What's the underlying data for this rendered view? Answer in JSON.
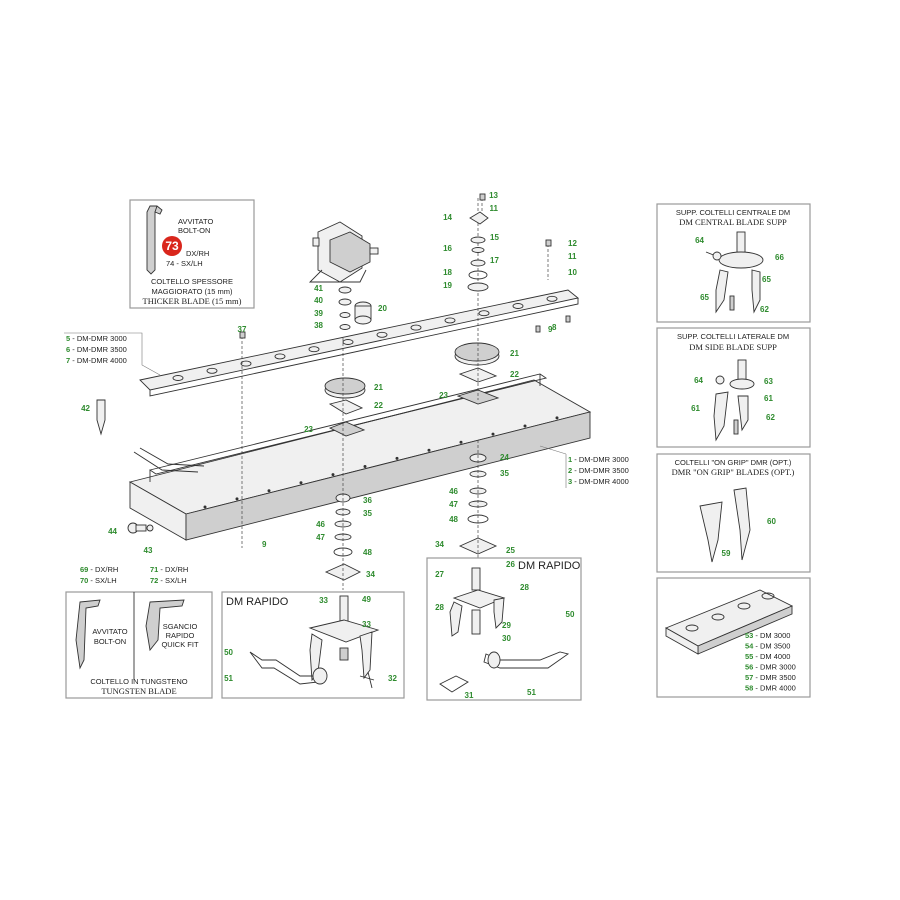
{
  "highlight": {
    "number": "73",
    "color": "#d9261c"
  },
  "callout_color": "#2e8b2e",
  "thicker_blade": {
    "bolt_on": [
      "AVVITATO",
      "BOLT-ON"
    ],
    "sides": [
      {
        "num": "73",
        "text": "DX/RH"
      },
      {
        "num": "74",
        "text": "SX/LH"
      }
    ],
    "caption_it": [
      "COLTELLO SPESSORE",
      "MAGGIORATO (15 mm)"
    ],
    "caption_en": "THICKER BLADE (15 mm)"
  },
  "cover_models": [
    {
      "num": "5",
      "text": "DM-DMR 3000"
    },
    {
      "num": "6",
      "text": "DM-DMR 3500"
    },
    {
      "num": "7",
      "text": "DM-DMR 4000"
    }
  ],
  "frame_models": [
    {
      "num": "1",
      "text": "DM-DMR 3000"
    },
    {
      "num": "2",
      "text": "DM-DMR 3500"
    },
    {
      "num": "3",
      "text": "DM-DMR 4000"
    }
  ],
  "central_supp": {
    "title_it": "SUPP. COLTELLI CENTRALE DM",
    "title_en": "DM CENTRAL BLADE SUPP"
  },
  "side_supp": {
    "title_it": "SUPP. COLTELLI LATERALE DM",
    "title_en": "DM SIDE BLADE SUPP"
  },
  "on_grip": {
    "title_it": "COLTELLI \"ON GRIP\" DMR (OPT.)",
    "title_en": "DMR \"ON GRIP\" BLADES (OPT.)"
  },
  "frame_variants": [
    {
      "num": "53",
      "text": "DM 3000"
    },
    {
      "num": "54",
      "text": "DM 3500"
    },
    {
      "num": "55",
      "text": "DM 4000"
    },
    {
      "num": "56",
      "text": "DMR 3000"
    },
    {
      "num": "57",
      "text": "DMR 3500"
    },
    {
      "num": "58",
      "text": "DMR 4000"
    }
  ],
  "tungsten": {
    "left_sides": [
      {
        "num": "69",
        "text": "DX/RH"
      },
      {
        "num": "70",
        "text": "SX/LH"
      }
    ],
    "right_sides": [
      {
        "num": "71",
        "text": "DX/RH"
      },
      {
        "num": "72",
        "text": "SX/LH"
      }
    ],
    "bolt_on": [
      "AVVITATO",
      "BOLT-ON"
    ],
    "quick_fit": [
      "SGANCIO",
      "RAPIDO",
      "QUICK FIT"
    ],
    "caption_it": "COLTELLO IN TUNGSTENO",
    "caption_en": "TUNGSTEN BLADE"
  },
  "dm_rapido": "DM RAPIDO",
  "dm_rapido_right": "DM RAPIDO",
  "callouts": {
    "c13": "13",
    "c11a": "11",
    "c14": "14",
    "c15": "15",
    "c16": "16",
    "c17": "17",
    "c18": "18",
    "c19": "19",
    "c12": "12",
    "c11b": "11",
    "c10": "10",
    "c8": "8",
    "c9a": "9",
    "c20": "20",
    "c41": "41",
    "c40": "40",
    "c39": "39",
    "c38": "38",
    "c37": "37",
    "c21a": "21",
    "c22a": "22",
    "c23a": "23",
    "c21b": "21",
    "c22b": "22",
    "c23b": "23",
    "c24": "24",
    "c35a": "35",
    "c46a": "46",
    "c47a": "47",
    "c48a": "48",
    "c36": "36",
    "c35b": "35",
    "c46b": "46",
    "c47b": "47",
    "c48b": "48",
    "c34a": "34",
    "c9b": "9",
    "c42": "42",
    "c44": "44",
    "c43": "43",
    "c34b": "34",
    "c25": "25",
    "c26": "26",
    "c27": "27",
    "c28a": "28",
    "c28b": "28",
    "c29": "29",
    "c30": "30",
    "c31": "31",
    "c51a": "51",
    "c50a": "50",
    "c33a": "33",
    "c49": "49",
    "c33b": "33",
    "c50b": "50",
    "c51b": "51",
    "c32": "32",
    "c64a": "64",
    "c66": "66",
    "c65a": "65",
    "c65b": "65",
    "c62a": "62",
    "c64b": "64",
    "c63": "63",
    "c61a": "61",
    "c61b": "61",
    "c62b": "62",
    "c60": "60",
    "c59": "59"
  }
}
